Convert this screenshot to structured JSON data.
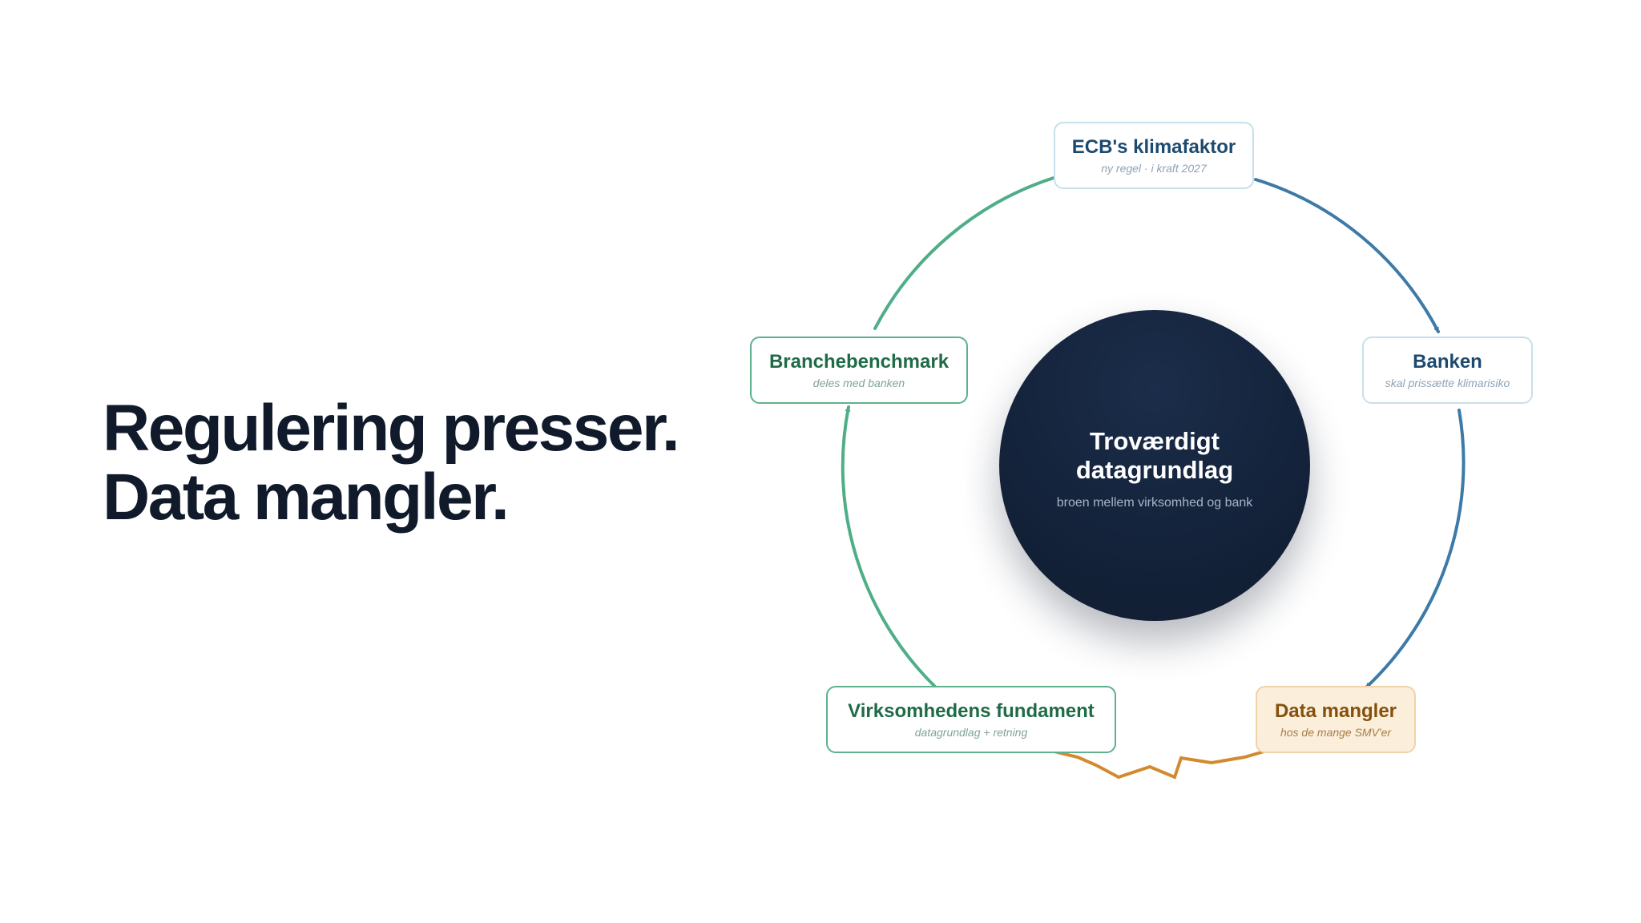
{
  "headline": {
    "line1": "Regulering presser.",
    "line2": "Data mangler."
  },
  "hub": {
    "title_line1": "Troværdigt",
    "title_line2": "datagrundlag",
    "subtitle": "broen mellem virksomhed og bank"
  },
  "nodes": {
    "ecb": {
      "title": "ECB's klimafaktor",
      "subtitle": "ny regel · i kraft 2027"
    },
    "banken": {
      "title": "Banken",
      "subtitle": "skal prissætte klimarisiko"
    },
    "data_mangler": {
      "title": "Data mangler",
      "subtitle": "hos de mange SMV'er"
    },
    "fundament": {
      "title": "Virksomhedens fundament",
      "subtitle": "datagrundlag + retning"
    },
    "benchmark": {
      "title": "Branchebenchmark",
      "subtitle": "deles med banken"
    }
  },
  "colors": {
    "blue_arc": "#3d7aa8",
    "green_arc": "#4fae87",
    "orange_arc": "#d38a2e",
    "hub": "#14233b",
    "headline": "#101a2a"
  }
}
